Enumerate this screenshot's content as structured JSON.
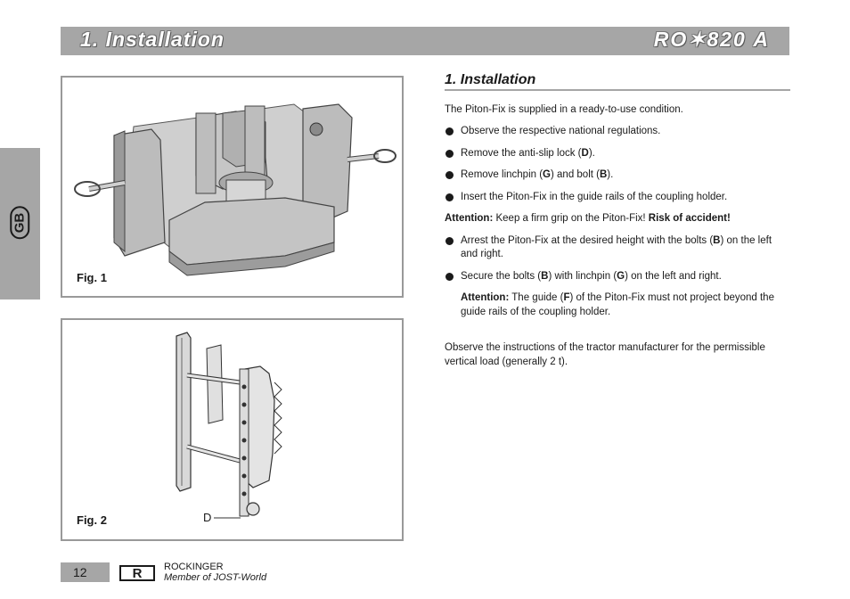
{
  "header": {
    "title": "1. Installation",
    "model": "RO✶820 A"
  },
  "sidebar": {
    "language_code": "GB"
  },
  "figures": [
    {
      "label": "Fig. 1"
    },
    {
      "label": "Fig. 2",
      "callout": "D"
    }
  ],
  "content": {
    "section_title": "1. Installation",
    "intro": "The Piton-Fix is supplied in a ready-to-use condition.",
    "bullets_1": [
      {
        "text_a": "Observe the respective national regulations.",
        "bold": "",
        "text_b": "",
        "bold2": "",
        "text_c": ""
      },
      {
        "text_a": "Remove the anti-slip lock (",
        "bold": "D",
        "text_b": ").",
        "bold2": "",
        "text_c": ""
      },
      {
        "text_a": "Remove linchpin (",
        "bold": "G",
        "text_b": ") and bolt (",
        "bold2": "B",
        "text_c": ")."
      },
      {
        "text_a": "Insert the Piton-Fix in the guide rails of the coupling holder.",
        "bold": "",
        "text_b": "",
        "bold2": "",
        "text_c": ""
      }
    ],
    "attention_1": {
      "label": "Attention:",
      "text": " Keep a firm grip on the Piton-Fix! ",
      "bold_tail": "Risk of accident!"
    },
    "bullets_2": [
      {
        "text_a": "Arrest the Piton-Fix at the desired height with the bolts (",
        "bold": "B",
        "text_b": ") on the left and right.",
        "bold2": "",
        "text_c": ""
      },
      {
        "text_a": "Secure the bolts (",
        "bold": "B",
        "text_b": ") with linchpin (",
        "bold2": "G",
        "text_c": ") on the left and right."
      }
    ],
    "attention_2": {
      "label": "Attention:",
      "text_a": " The guide (",
      "bold": "F",
      "text_b": ") of the Piton-Fix must not project beyond the guide rails of the coupling holder."
    },
    "closing": "Observe the instructions of the tractor manufacturer for the permissible vertical load (generally 2 t)."
  },
  "footer": {
    "page_number": "12",
    "logo_letter": "R",
    "brand": "ROCKINGER",
    "tagline": "Member of JOST-World"
  }
}
